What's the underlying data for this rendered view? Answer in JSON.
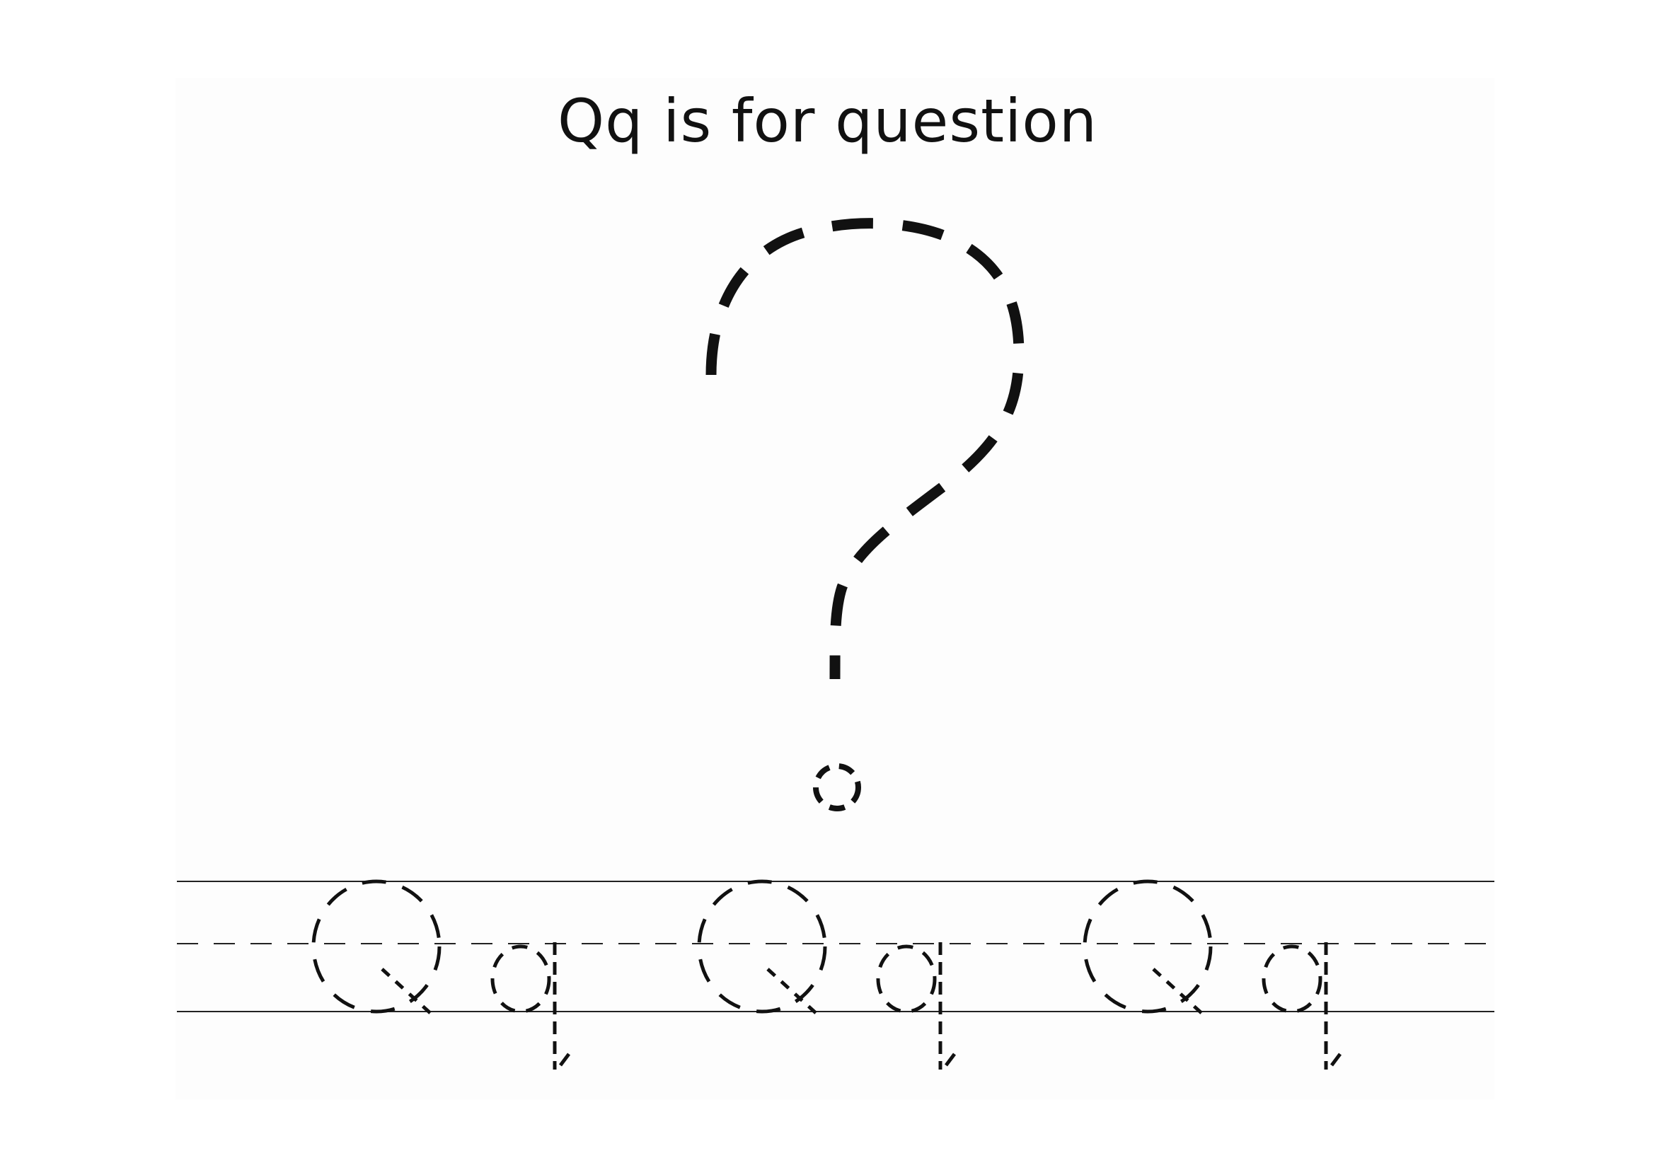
{
  "worksheet": {
    "title": "Qq is for question",
    "picture_icon": "question-mark-icon",
    "practice_letters": [
      "Q",
      "q"
    ],
    "practice_pair_count": 3
  },
  "colors": {
    "ink": "#111111",
    "rule_line": "#222222",
    "paper": "#ffffff"
  }
}
